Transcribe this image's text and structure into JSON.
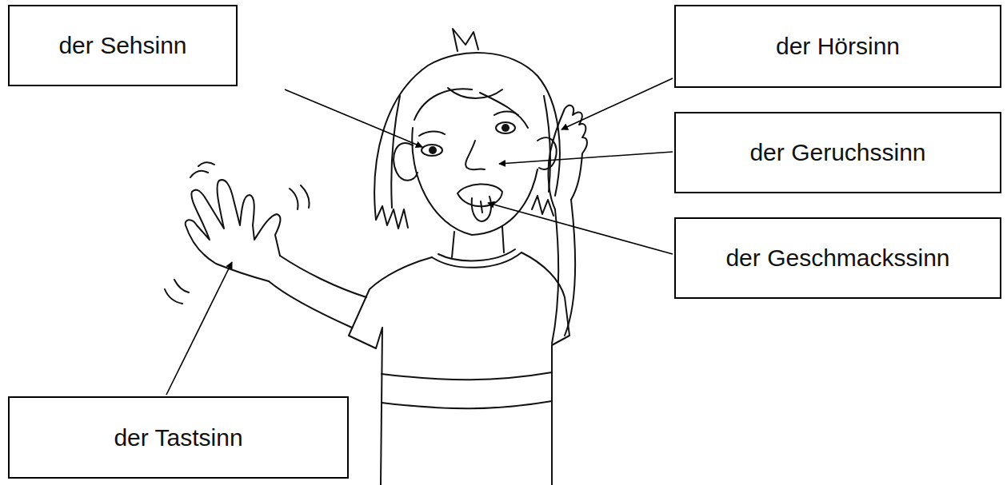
{
  "diagram": {
    "nodes": [
      {
        "text": [
          "der Sehsinn"
        ]
      },
      {
        "text": [
          "der Hörsinn"
        ]
      },
      {
        "text": [
          "der Geruchssinn"
        ]
      },
      {
        "text": [
          "der Geschmackssinn"
        ]
      },
      {
        "text": [
          "der Tastsinn"
        ]
      }
    ]
  }
}
